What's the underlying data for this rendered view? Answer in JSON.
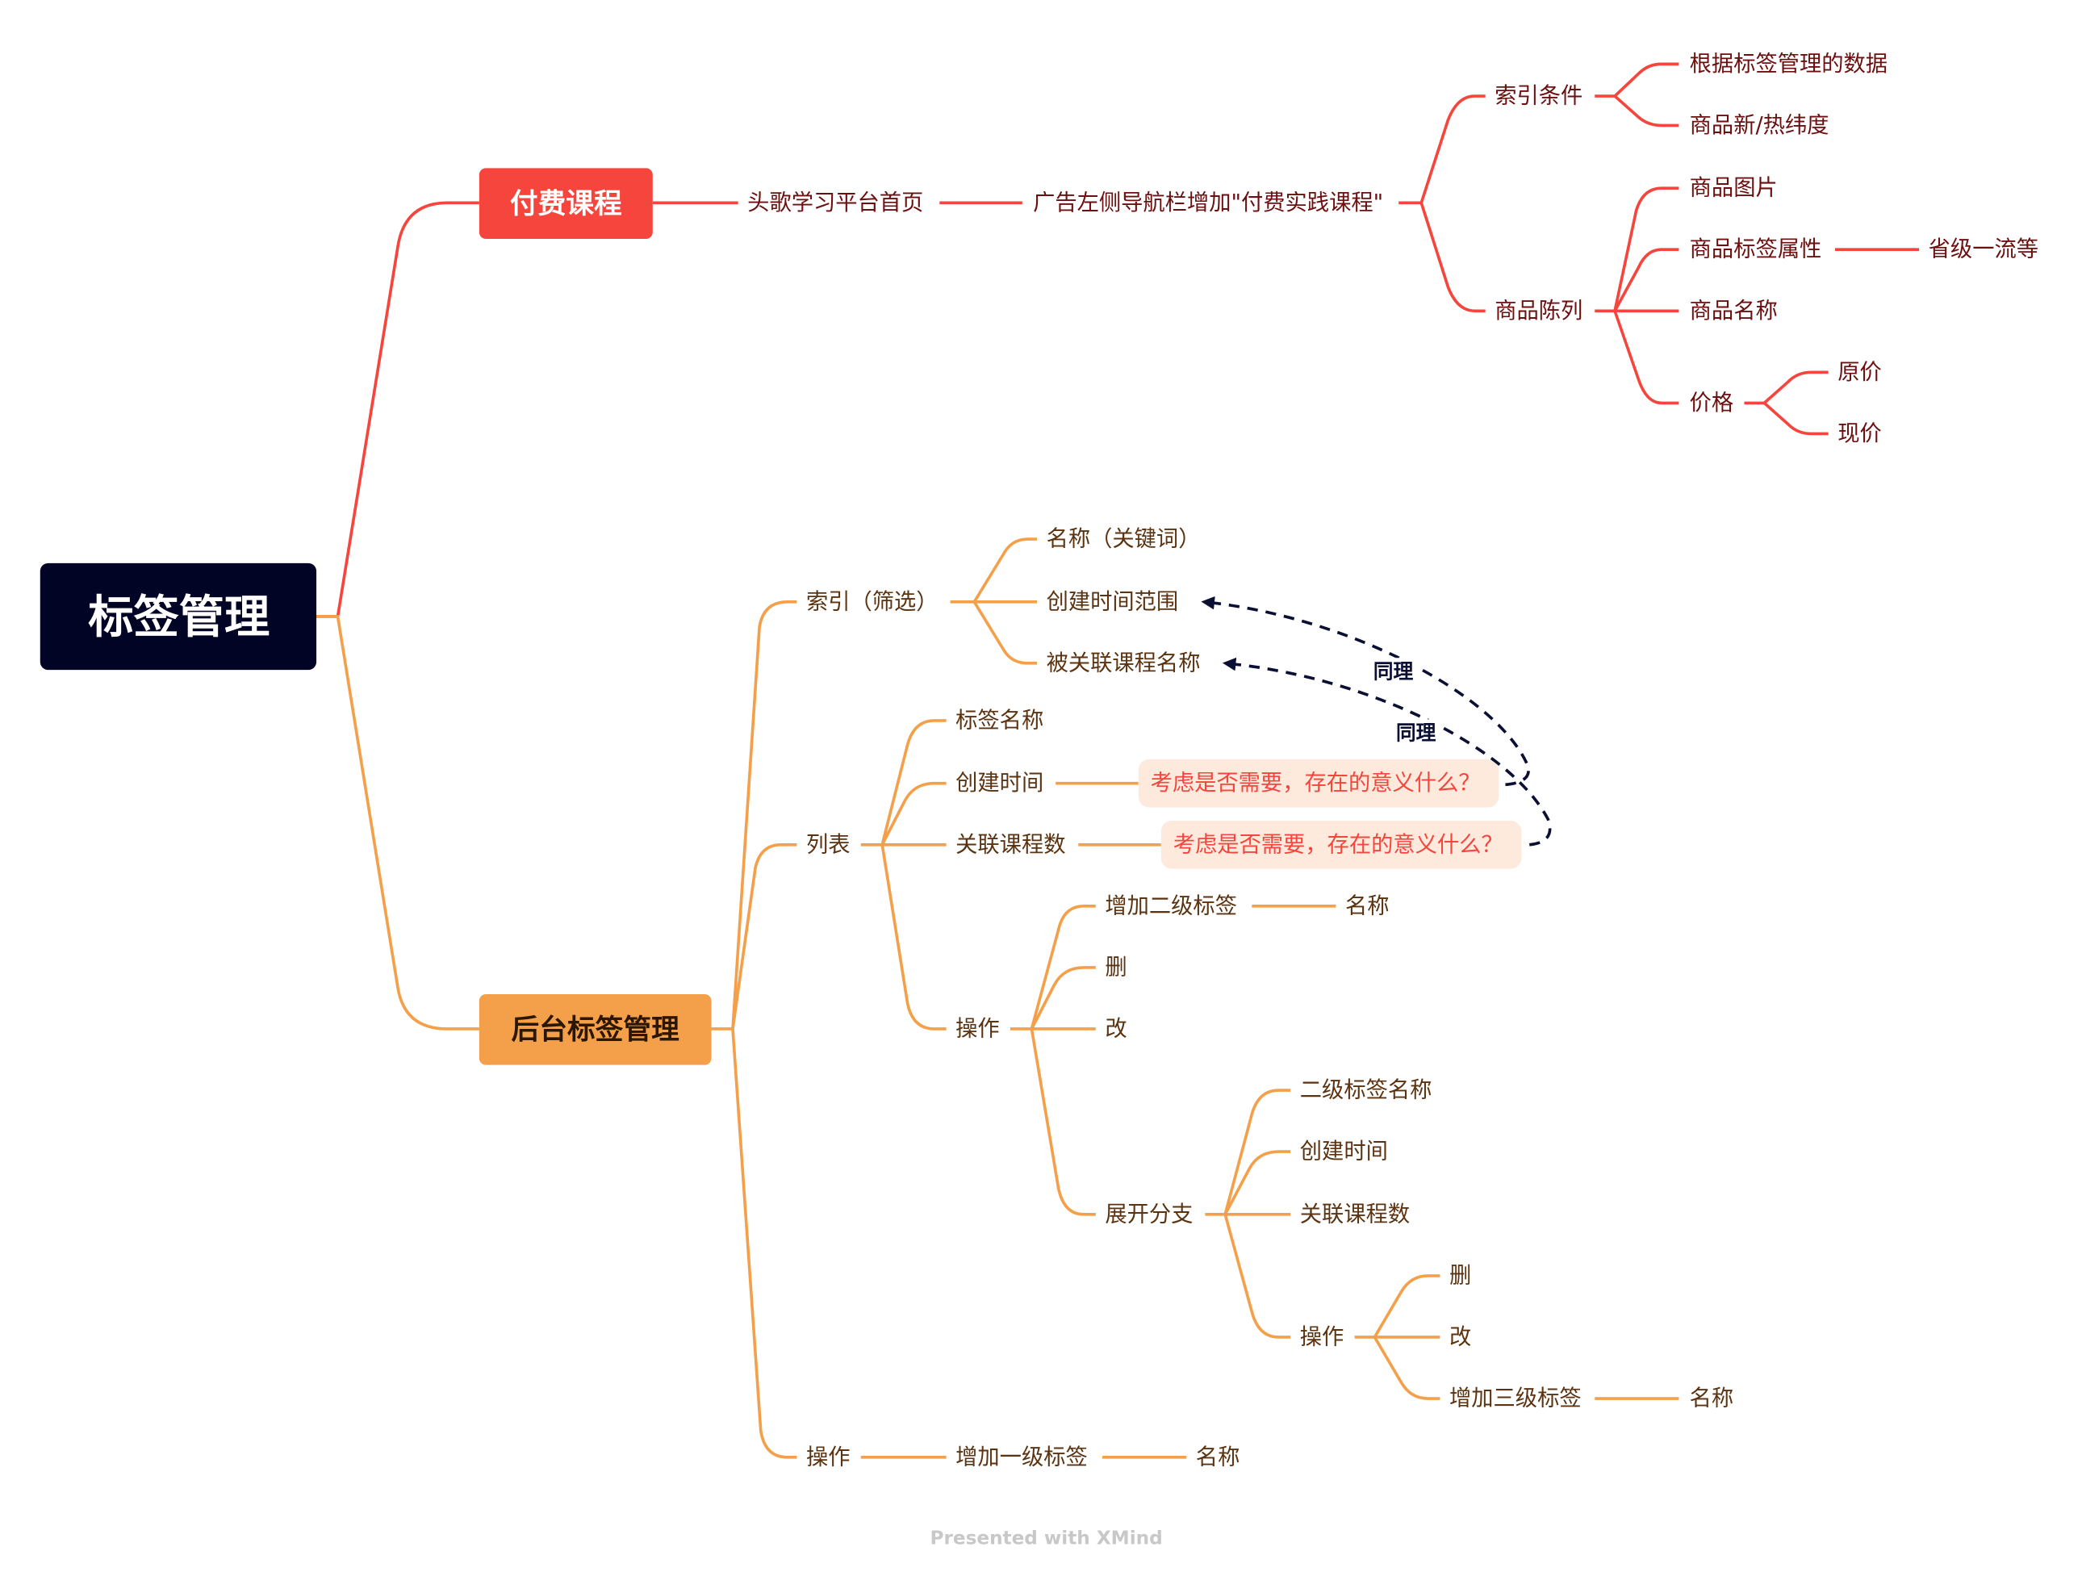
{
  "root": {
    "label": "标签管理",
    "color": "#020426"
  },
  "paid": {
    "label": "付费课程",
    "color": "#F5453D",
    "homepage": "头歌学习平台首页",
    "nav": "广告左侧导航栏增加\"付费实践课程\"",
    "index_cond": {
      "label": "索引条件",
      "children": [
        "根据标签管理的数据",
        "商品新/热纬度"
      ]
    },
    "display": {
      "label": "商品陈列",
      "image": "商品图片",
      "tag_attr": "商品标签属性",
      "tag_attr_child": "省级一流等",
      "name": "商品名称",
      "price": {
        "label": "价格",
        "children": [
          "原价",
          "现价"
        ]
      }
    }
  },
  "backend": {
    "label": "后台标签管理",
    "color": "#F4A04A",
    "index": {
      "label": "索引（筛选）",
      "children": [
        "名称（关键词）",
        "创建时间范围",
        "被关联课程名称"
      ]
    },
    "list": {
      "label": "列表",
      "tag_name": "标签名称",
      "created": "创建时间",
      "course_count": "关联课程数",
      "note1": "考虑是否需要，存在的意义什么？",
      "note2": "考虑是否需要，存在的意义什么？",
      "ops": {
        "label": "操作",
        "add_l2": "增加二级标签",
        "add_l2_child": "名称",
        "delete": "删",
        "edit": "改",
        "expand": {
          "label": "展开分支",
          "l2_name": "二级标签名称",
          "created": "创建时间",
          "course_count": "关联课程数",
          "ops": {
            "label": "操作",
            "delete": "删",
            "edit": "改",
            "add_l3": "增加三级标签",
            "add_l3_child": "名称"
          }
        }
      }
    },
    "ops": {
      "label": "操作",
      "add_l1": "增加一级标签",
      "add_l1_child": "名称"
    }
  },
  "relations": [
    "同理",
    "同理"
  ],
  "footer": "Presented with XMind"
}
